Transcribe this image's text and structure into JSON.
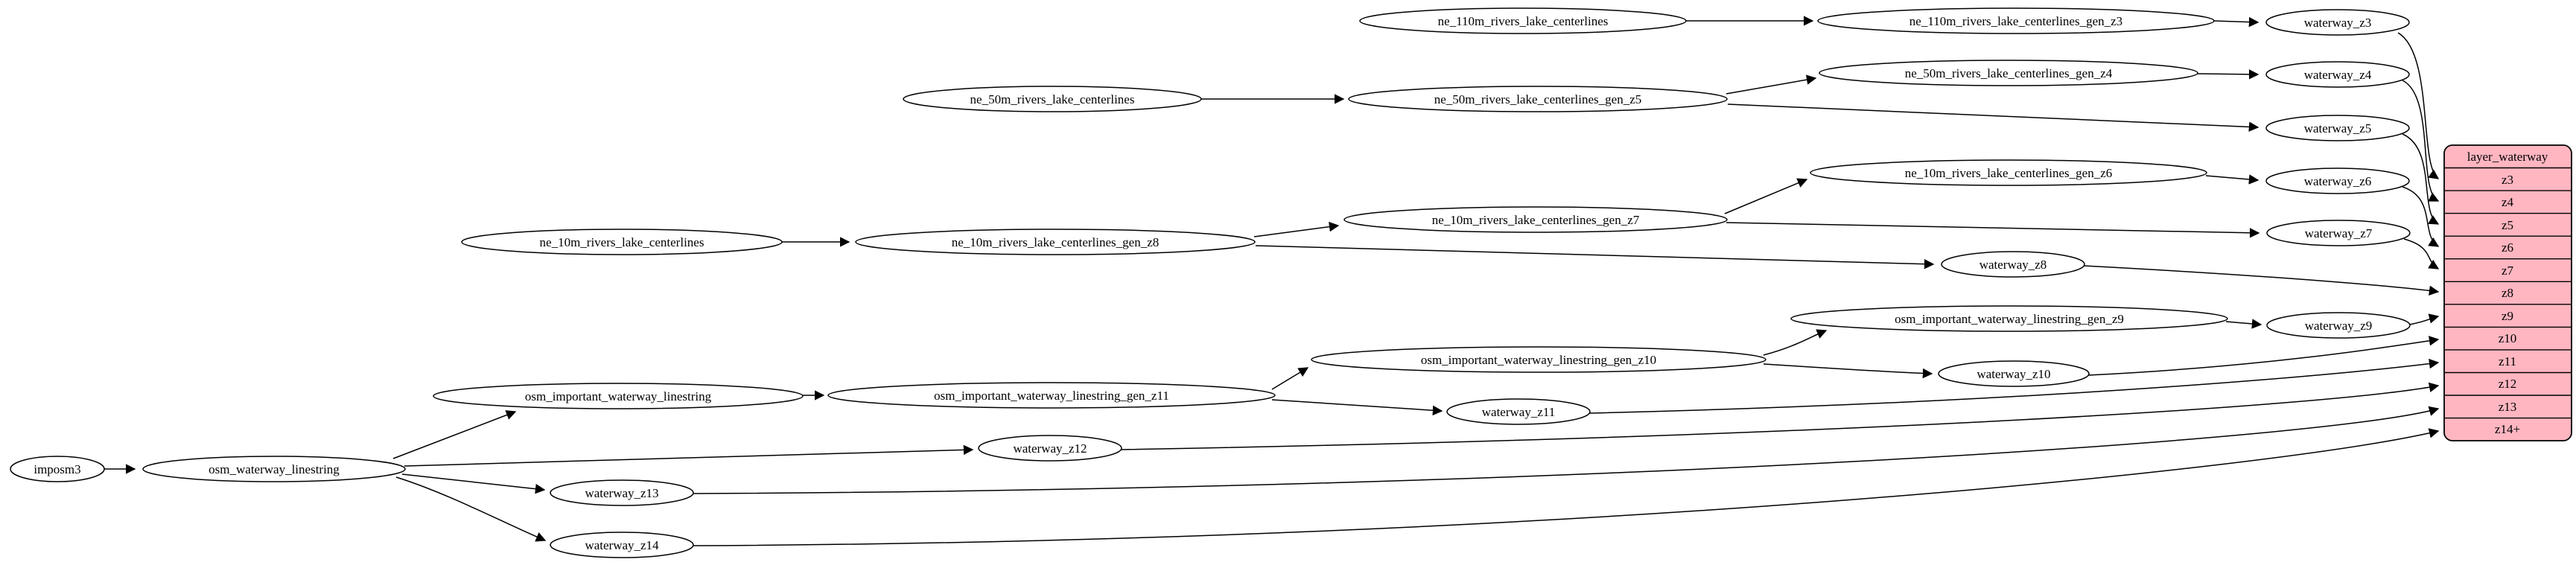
{
  "diagram": {
    "node_labels": {
      "imposm3": "imposm3",
      "osm_waterway_linestring": "osm_waterway_linestring",
      "osm_important_waterway_linestring": "osm_important_waterway_linestring",
      "osm_important_waterway_linestring_gen_z11": "osm_important_waterway_linestring_gen_z11",
      "osm_important_waterway_linestring_gen_z10": "osm_important_waterway_linestring_gen_z10",
      "osm_important_waterway_linestring_gen_z9": "osm_important_waterway_linestring_gen_z9",
      "ne_110m_rivers_lake_centerlines": "ne_110m_rivers_lake_centerlines",
      "ne_110m_rivers_lake_centerlines_gen_z3": "ne_110m_rivers_lake_centerlines_gen_z3",
      "ne_50m_rivers_lake_centerlines": "ne_50m_rivers_lake_centerlines",
      "ne_50m_rivers_lake_centerlines_gen_z5": "ne_50m_rivers_lake_centerlines_gen_z5",
      "ne_50m_rivers_lake_centerlines_gen_z4": "ne_50m_rivers_lake_centerlines_gen_z4",
      "ne_10m_rivers_lake_centerlines": "ne_10m_rivers_lake_centerlines",
      "ne_10m_rivers_lake_centerlines_gen_z8": "ne_10m_rivers_lake_centerlines_gen_z8",
      "ne_10m_rivers_lake_centerlines_gen_z7": "ne_10m_rivers_lake_centerlines_gen_z7",
      "ne_10m_rivers_lake_centerlines_gen_z6": "ne_10m_rivers_lake_centerlines_gen_z6",
      "waterway_z3": "waterway_z3",
      "waterway_z4": "waterway_z4",
      "waterway_z5": "waterway_z5",
      "waterway_z6": "waterway_z6",
      "waterway_z7": "waterway_z7",
      "waterway_z8": "waterway_z8",
      "waterway_z9": "waterway_z9",
      "waterway_z10": "waterway_z10",
      "waterway_z11": "waterway_z11",
      "waterway_z12": "waterway_z12",
      "waterway_z13": "waterway_z13",
      "waterway_z14": "waterway_z14"
    },
    "table": {
      "title": "layer_waterway",
      "rows": [
        "z3",
        "z4",
        "z5",
        "z6",
        "z7",
        "z8",
        "z9",
        "z10",
        "z11",
        "z12",
        "z13",
        "z14+"
      ]
    },
    "edges": [
      [
        "imposm3",
        "osm_waterway_linestring"
      ],
      [
        "osm_waterway_linestring",
        "osm_important_waterway_linestring"
      ],
      [
        "osm_waterway_linestring",
        "waterway_z12"
      ],
      [
        "osm_waterway_linestring",
        "waterway_z13"
      ],
      [
        "osm_waterway_linestring",
        "waterway_z14"
      ],
      [
        "osm_important_waterway_linestring",
        "osm_important_waterway_linestring_gen_z11"
      ],
      [
        "osm_important_waterway_linestring_gen_z11",
        "osm_important_waterway_linestring_gen_z10"
      ],
      [
        "osm_important_waterway_linestring_gen_z10",
        "osm_important_waterway_linestring_gen_z9"
      ],
      [
        "osm_important_waterway_linestring_gen_z11",
        "waterway_z11"
      ],
      [
        "osm_important_waterway_linestring_gen_z10",
        "waterway_z10"
      ],
      [
        "osm_important_waterway_linestring_gen_z9",
        "waterway_z9"
      ],
      [
        "ne_110m_rivers_lake_centerlines",
        "ne_110m_rivers_lake_centerlines_gen_z3"
      ],
      [
        "ne_110m_rivers_lake_centerlines_gen_z3",
        "waterway_z3"
      ],
      [
        "ne_50m_rivers_lake_centerlines",
        "ne_50m_rivers_lake_centerlines_gen_z5"
      ],
      [
        "ne_50m_rivers_lake_centerlines_gen_z5",
        "ne_50m_rivers_lake_centerlines_gen_z4"
      ],
      [
        "ne_50m_rivers_lake_centerlines_gen_z4",
        "waterway_z4"
      ],
      [
        "ne_50m_rivers_lake_centerlines_gen_z5",
        "waterway_z5"
      ],
      [
        "ne_10m_rivers_lake_centerlines",
        "ne_10m_rivers_lake_centerlines_gen_z8"
      ],
      [
        "ne_10m_rivers_lake_centerlines_gen_z8",
        "ne_10m_rivers_lake_centerlines_gen_z7"
      ],
      [
        "ne_10m_rivers_lake_centerlines_gen_z7",
        "ne_10m_rivers_lake_centerlines_gen_z6"
      ],
      [
        "ne_10m_rivers_lake_centerlines_gen_z6",
        "waterway_z6"
      ],
      [
        "ne_10m_rivers_lake_centerlines_gen_z7",
        "waterway_z7"
      ],
      [
        "ne_10m_rivers_lake_centerlines_gen_z8",
        "waterway_z8"
      ],
      [
        "waterway_z3",
        "layer_waterway.z3"
      ],
      [
        "waterway_z4",
        "layer_waterway.z4"
      ],
      [
        "waterway_z5",
        "layer_waterway.z5"
      ],
      [
        "waterway_z6",
        "layer_waterway.z6"
      ],
      [
        "waterway_z7",
        "layer_waterway.z7"
      ],
      [
        "waterway_z8",
        "layer_waterway.z8"
      ],
      [
        "waterway_z9",
        "layer_waterway.z9"
      ],
      [
        "waterway_z10",
        "layer_waterway.z10"
      ],
      [
        "waterway_z11",
        "layer_waterway.z11"
      ],
      [
        "waterway_z12",
        "layer_waterway.z12"
      ],
      [
        "waterway_z13",
        "layer_waterway.z13"
      ],
      [
        "waterway_z14",
        "layer_waterway.z14+"
      ]
    ],
    "colors": {
      "table_fill": "#ffb6c1",
      "table_border": "#000000",
      "node_fill": "#ffffff",
      "node_border": "#000000",
      "edge": "#000000",
      "background": "#ffffff"
    }
  }
}
